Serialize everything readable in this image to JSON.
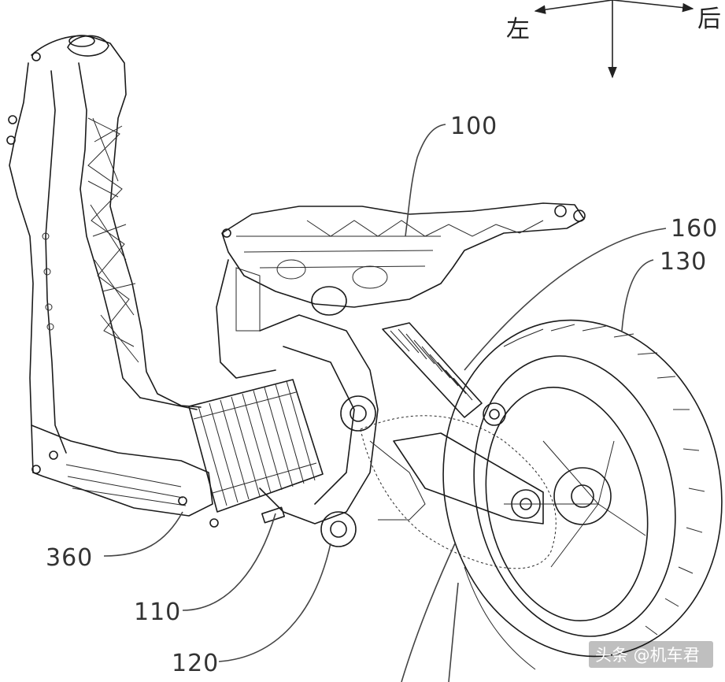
{
  "directions": {
    "left": "左",
    "rear": "后"
  },
  "callouts": [
    {
      "id": "c100",
      "text": "100"
    },
    {
      "id": "c160",
      "text": "160"
    },
    {
      "id": "c130",
      "text": "130"
    },
    {
      "id": "c360",
      "text": "360"
    },
    {
      "id": "c110",
      "text": "110"
    },
    {
      "id": "c120",
      "text": "120"
    }
  ],
  "watermark": {
    "text": "头条 @机车君"
  }
}
